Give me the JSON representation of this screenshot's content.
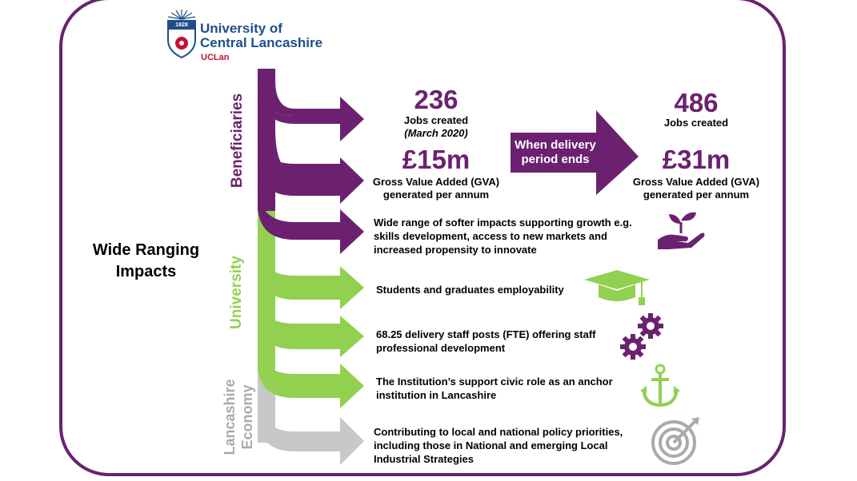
{
  "logo": {
    "year": "1828",
    "line1": "University of",
    "line2": "Central Lancashire",
    "short": "UCLan"
  },
  "title": "Wide Ranging Impacts",
  "sections": {
    "beneficiaries": "Beneficiaries",
    "university": "University",
    "economy": "Lancashire Economy"
  },
  "current": {
    "jobs_value": "236",
    "jobs_label": "Jobs created",
    "jobs_date": "(March 2020)",
    "gva_value": "£15m",
    "gva_label": "Gross Value Added (GVA) generated per annum"
  },
  "transition": "When delivery period ends",
  "future": {
    "jobs_value": "486",
    "jobs_label": "Jobs created",
    "gva_value": "£31m",
    "gva_label": "Gross Value Added (GVA) generated per annum"
  },
  "impacts": [
    {
      "text": "Wide range of softer impacts supporting growth e.g. skills development, access to new markets and increased propensity to innovate",
      "icon": "hand-plant-icon"
    },
    {
      "text": "Students and graduates employability",
      "icon": "graduation-cap-icon"
    },
    {
      "text": "68.25 delivery staff posts (FTE) offering staff professional development",
      "icon": "gears-icon"
    },
    {
      "text": "The Institution’s support civic role as an anchor institution in Lancashire",
      "icon": "anchor-icon"
    },
    {
      "text": "Contributing to local and national policy priorities, including those in National and emerging Local Industrial Strategies",
      "icon": "target-icon"
    }
  ],
  "colors": {
    "purple": "#6b2170",
    "green": "#92d050",
    "grey": "#c8c8c8",
    "brand_blue": "#1e4f8a",
    "brand_red": "#c8102e"
  }
}
